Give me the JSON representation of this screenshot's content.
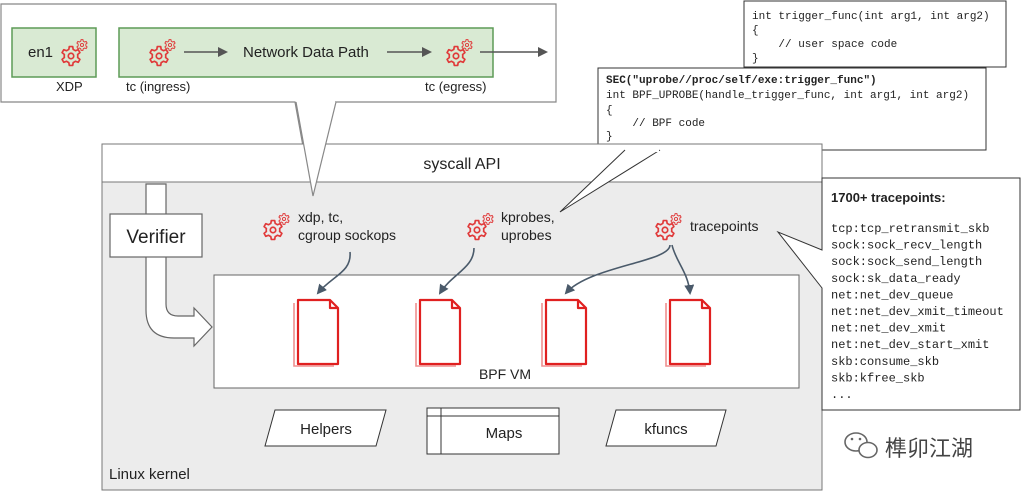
{
  "network_path": {
    "interface_label": "en1",
    "xdp_label": "XDP",
    "tc_ingress_label": "tc (ingress)",
    "tc_egress_label": "tc (egress)",
    "data_path_label": "Network Data Path"
  },
  "user_code_box": {
    "lines": [
      "int trigger_func(int arg1, int arg2)",
      "{",
      "    // user space code",
      "}"
    ]
  },
  "bpf_code_box": {
    "lines": [
      "SEC(\"uprobe//proc/self/exe:trigger_func\")",
      "int BPF_UPROBE(handle_trigger_func, int arg1, int arg2)",
      "{",
      "    // BPF code",
      "}"
    ]
  },
  "kernel": {
    "syscall_label": "syscall API",
    "verifier_label": "Verifier",
    "hook_network_lines": [
      "xdp, tc,",
      "cgroup sockops"
    ],
    "hook_kprobes_lines": [
      "kprobes,",
      "uprobes"
    ],
    "hook_tracepoints_label": "tracepoints",
    "vm_label": "BPF VM",
    "helpers_label": "Helpers",
    "maps_label": "Maps",
    "kfuncs_label": "kfuncs",
    "kernel_label": "Linux kernel"
  },
  "tracepoints_panel": {
    "title": "1700+ tracepoints:",
    "items": [
      "tcp:tcp_retransmit_skb",
      "sock:sock_recv_length",
      "sock:sock_send_length",
      "sock:sk_data_ready",
      "net:net_dev_queue",
      "net:net_dev_xmit_timeout",
      "net:net_dev_xmit",
      "net:net_dev_start_xmit",
      "skb:consume_skb",
      "skb:kfree_skb",
      "..."
    ]
  },
  "watermark": {
    "text": "榫卯江湖"
  },
  "colors": {
    "gear_red": "#e03a3a",
    "program_red": "#e02020",
    "green_fill": "#d9ead3",
    "green_stroke": "#5d9b57",
    "kernel_grey": "#ececec"
  }
}
